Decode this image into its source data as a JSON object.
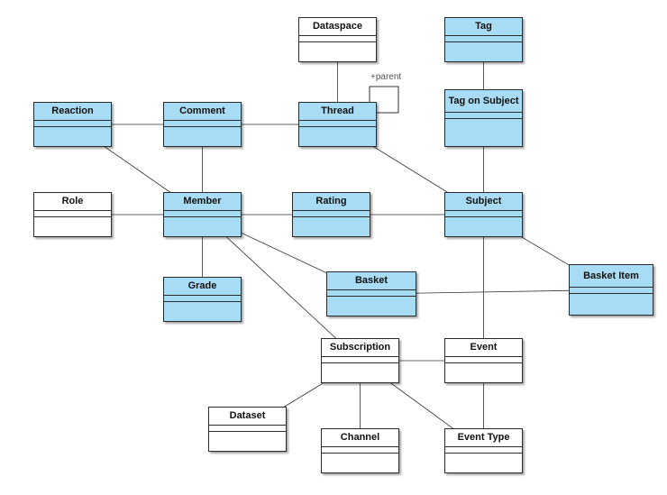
{
  "colors": {
    "entity_fill": "#a8dcf5",
    "plain_fill": "#ffffff",
    "border": "#2b2b2b",
    "line": "#333333"
  },
  "classes": {
    "dataspace": {
      "name": "Dataspace",
      "fill": "plain"
    },
    "tag": {
      "name": "Tag",
      "fill": "entity"
    },
    "reaction": {
      "name": "Reaction",
      "fill": "entity"
    },
    "comment": {
      "name": "Comment",
      "fill": "entity"
    },
    "thread": {
      "name": "Thread",
      "fill": "entity"
    },
    "tag_on_subject": {
      "name": "Tag on Subject",
      "fill": "entity"
    },
    "role": {
      "name": "Role",
      "fill": "plain"
    },
    "member": {
      "name": "Member",
      "fill": "entity"
    },
    "rating": {
      "name": "Rating",
      "fill": "entity"
    },
    "subject": {
      "name": "Subject",
      "fill": "entity"
    },
    "grade": {
      "name": "Grade",
      "fill": "entity"
    },
    "basket": {
      "name": "Basket",
      "fill": "entity"
    },
    "basket_item": {
      "name": "Basket Item",
      "fill": "entity"
    },
    "subscription": {
      "name": "Subscription",
      "fill": "plain"
    },
    "event": {
      "name": "Event",
      "fill": "plain"
    },
    "dataset": {
      "name": "Dataset",
      "fill": "plain"
    },
    "channel": {
      "name": "Channel",
      "fill": "plain"
    },
    "event_type": {
      "name": "Event Type",
      "fill": "plain"
    }
  },
  "self_association": {
    "label": "+parent"
  },
  "associations": [
    [
      "dataspace",
      "thread"
    ],
    [
      "tag",
      "tag_on_subject"
    ],
    [
      "reaction",
      "comment"
    ],
    [
      "comment",
      "thread"
    ],
    [
      "reaction",
      "member"
    ],
    [
      "comment",
      "member"
    ],
    [
      "thread",
      "subject"
    ],
    [
      "tag_on_subject",
      "subject"
    ],
    [
      "role",
      "member"
    ],
    [
      "member",
      "rating"
    ],
    [
      "rating",
      "subject"
    ],
    [
      "member",
      "grade"
    ],
    [
      "member",
      "basket"
    ],
    [
      "member",
      "subscription"
    ],
    [
      "basket",
      "basket_item"
    ],
    [
      "subject",
      "basket_item"
    ],
    [
      "subject",
      "event"
    ],
    [
      "subscription",
      "event"
    ],
    [
      "subscription",
      "dataset"
    ],
    [
      "subscription",
      "channel"
    ],
    [
      "subscription",
      "event_type"
    ],
    [
      "event",
      "event_type"
    ]
  ]
}
